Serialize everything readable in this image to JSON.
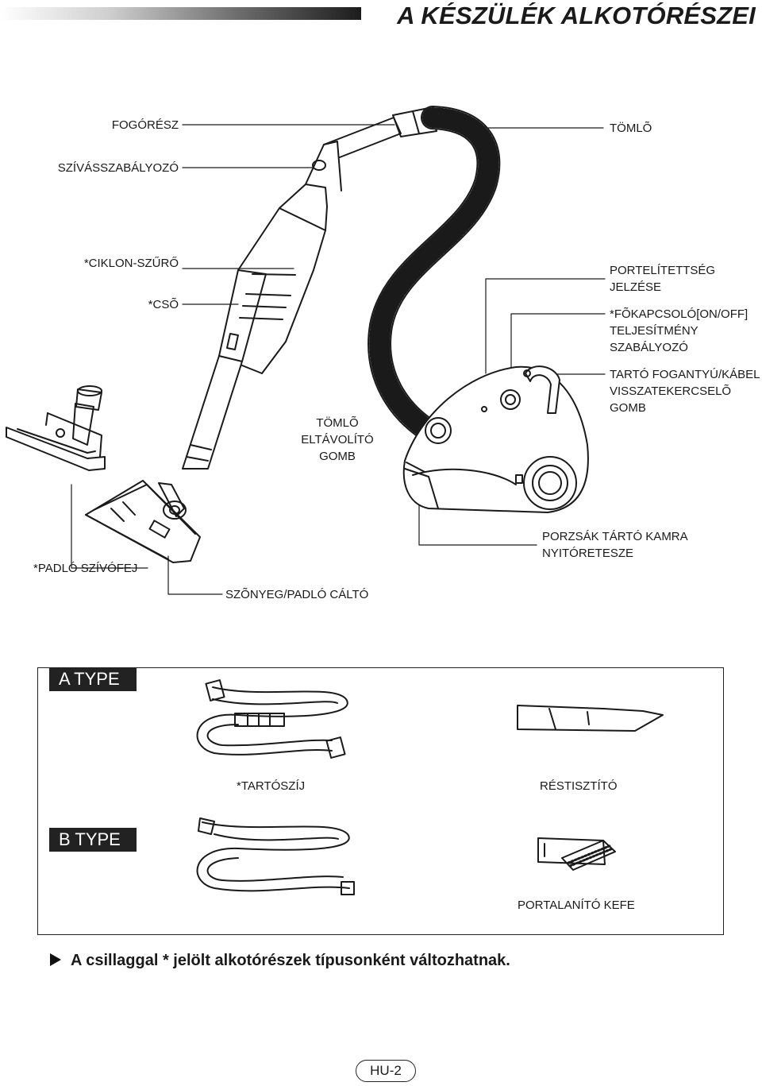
{
  "header": {
    "title": "A KÉSZÜLÉK ALKOTÓRÉSZEI"
  },
  "labels": {
    "handle": "FOGÓRÉSZ",
    "suction_regulator": "SZÍVÁSSZABÁLYOZÓ",
    "cyclone_filter": "*CIKLON-SZŰRŐ",
    "tube": "*CSÕ",
    "hose": "TÖMLÕ",
    "dust_indicator_1": "PORTELÍTETTSÉG",
    "dust_indicator_2": "JELZÉSE",
    "power_switch_1": "*FÕKAPCSOLÓ[ON/OFF]",
    "power_switch_2": "TELJESÍTMÉNY",
    "power_switch_3": "SZABÁLYOZÓ",
    "hose_release_1": "TÖMLÕ",
    "hose_release_2": "ELTÁVOLÍTÓ",
    "hose_release_3": "GOMB",
    "carry_handle_1": "TARTÓ FOGANTYÚ/KÁBEL",
    "carry_handle_2": "VISSZATEKERCSELÕ",
    "carry_handle_3": "GOMB",
    "floor_nozzle": "*PADLÓ SZÍVÓFEJ",
    "dust_latch_1": "PORZSÁK TÁRTÓ KAMRA",
    "dust_latch_2": "NYITÓRETESZE",
    "carpet_switch": "SZÕNYEG/PADLÓ CÁLTÓ"
  },
  "accessories": {
    "type_a": "A TYPE",
    "type_b": "B TYPE",
    "strap": "*TARTÓSZÍJ",
    "crevice_tool": "RÉSTISZTÍTÓ",
    "dusting_brush": "PORTALANÍTÓ KEFE"
  },
  "note": "A csillaggal * jelölt alkotórészek típusonként változhatnak.",
  "page_number": "HU-2"
}
